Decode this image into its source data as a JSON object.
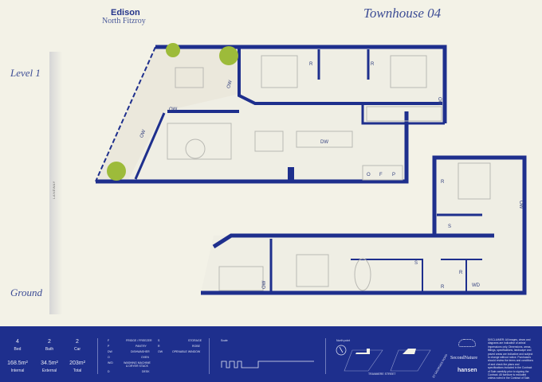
{
  "header": {
    "brand": "Edison",
    "location": "North Fitzroy",
    "title": "Townhouse 04"
  },
  "levels": {
    "upper": "Level 1",
    "lower": "Ground"
  },
  "laneway": "LANEWAY",
  "plan_labels": {
    "ow": "OW",
    "robe": "R",
    "dishwasher": "DW",
    "oven": "O",
    "fridge": "F",
    "pantry": "P",
    "storage": "S",
    "washer_dryer": "WD"
  },
  "stats": [
    {
      "value": "4",
      "label": "Bed"
    },
    {
      "value": "2",
      "label": "Bath"
    },
    {
      "value": "2",
      "label": "Car"
    },
    {
      "value": "168.5m²",
      "label": "Internal"
    },
    {
      "value": "34.5m²",
      "label": "External"
    },
    {
      "value": "203m²",
      "label": "Total"
    }
  ],
  "legend": [
    {
      "code": "F",
      "desc": "FRIDGE / FREEZER"
    },
    {
      "code": "P",
      "desc": "PANTRY"
    },
    {
      "code": "DW",
      "desc": "DISHWASHER"
    },
    {
      "code": "O",
      "desc": "OVEN"
    },
    {
      "code": "W/D",
      "desc": "WASHING MACHINE & DRYER STACK"
    },
    {
      "code": "D",
      "desc": "DESK"
    },
    {
      "code": "S",
      "desc": "STORAGE"
    },
    {
      "code": "R",
      "desc": "ROBE"
    },
    {
      "code": "OW",
      "desc": "OPENABLE WINDOW"
    }
  ],
  "scale_label": "Scale",
  "north_label": "North point",
  "street": "TRANMERE STREET",
  "side_street": "ST GEORGES ROAD",
  "logos": {
    "second": "SecondNature",
    "hansen": "hansen"
  },
  "disclaimer": "DISCLAIMER: All images, views and diagrams are indicative of artists' impressions only. Dimensions, areas, fittings, specifications, landscape and paved areas are indicative and subject to change without notice. Purchasers should review the terms and conditions of and check the plans and specifications included in the Contract of Sale carefully prior to signing the Contract. All furniture is excluded unless noted in the Contract of Sale.",
  "colors": {
    "navy": "#1e2f8d",
    "background": "#f3f2e7",
    "tree": "#9dbb3a"
  }
}
